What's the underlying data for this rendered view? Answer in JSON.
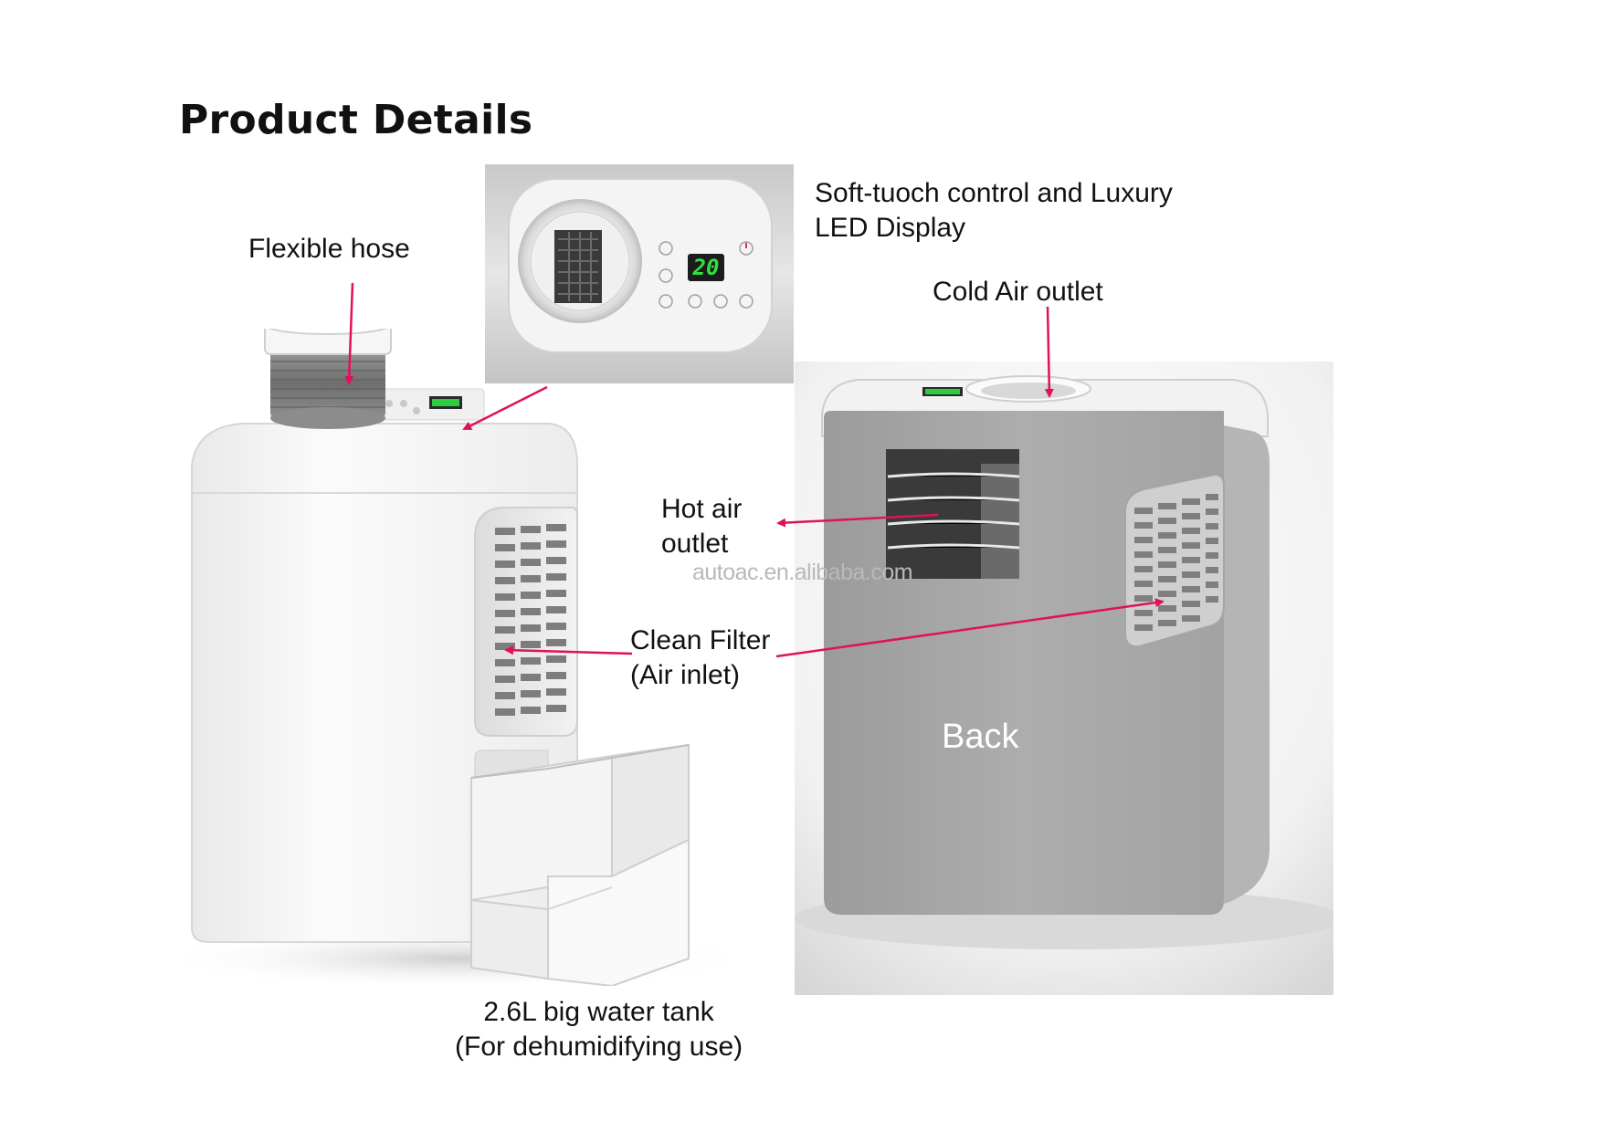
{
  "page": {
    "title": "Product Details",
    "watermark": "autoac.en.alibaba.com"
  },
  "labels": {
    "flexible_hose": "Flexible hose",
    "control_panel": "Soft-tuoch control and Luxury\nLED Display",
    "cold_air_outlet": "Cold Air outlet",
    "hot_air_outlet": "Hot air\noutlet",
    "clean_filter": "Clean Filter\n(Air inlet)",
    "water_tank": "2.6L big water tank\n(For dehumidifying use)",
    "back": "Back"
  },
  "control_panel": {
    "display_value": "20"
  },
  "colors": {
    "arrow": "#e0105d",
    "led_digits": "#30e040",
    "back_unit": "#a9a9a9",
    "front_unit": "#f4f4f4"
  }
}
